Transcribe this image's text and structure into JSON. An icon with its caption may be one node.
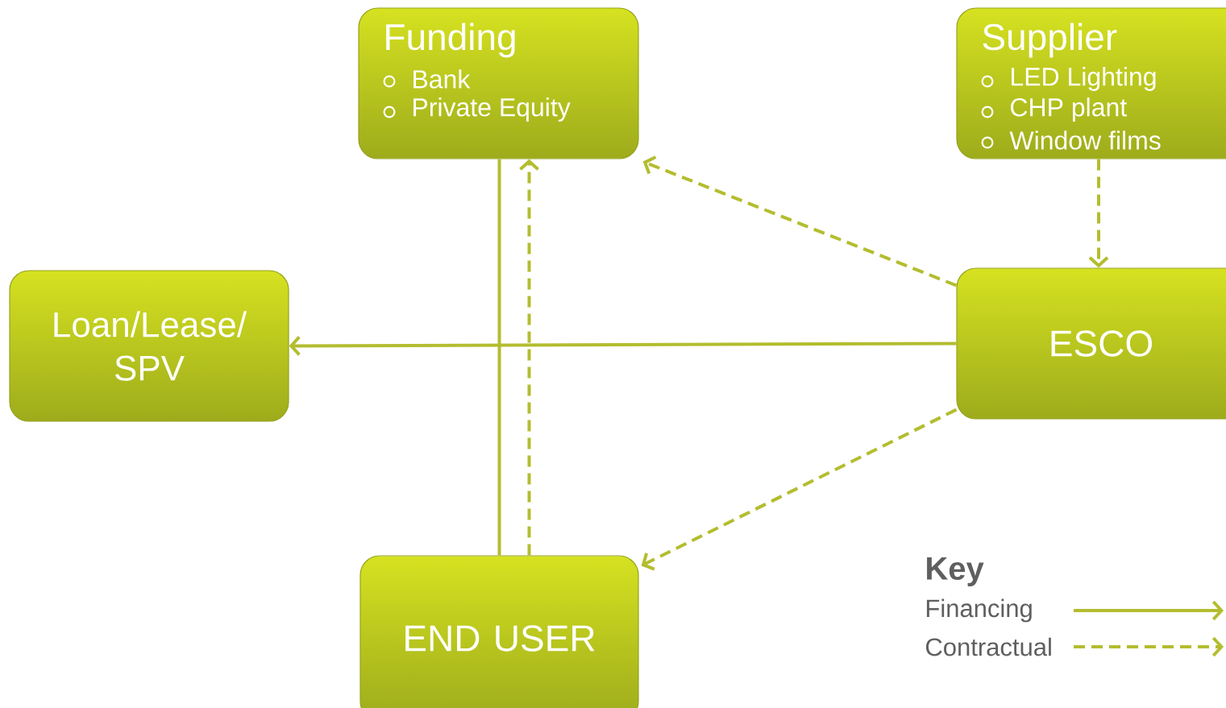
{
  "diagram": {
    "nodes": [
      {
        "text": [
          "Funding",
          "Bank",
          "Private Equity"
        ]
      },
      {
        "text": [
          "Supplier",
          "LED Lighting",
          "CHP plant",
          "Window films"
        ]
      },
      {
        "text": [
          "Loan/Lease/ SPV"
        ]
      },
      {
        "text": [
          "ESCO"
        ]
      },
      {
        "text": [
          "END USER"
        ]
      }
    ],
    "edges": [
      {
        "from": 3,
        "to": 2,
        "arrow": "to"
      },
      {
        "from": 3,
        "to": 0,
        "arrow": "to",
        "style": "dashed"
      },
      {
        "from": 1,
        "to": 3,
        "arrow": "to",
        "style": "dashed"
      },
      {
        "from": 3,
        "to": 4,
        "arrow": "to",
        "style": "dashed"
      },
      {
        "from": 4,
        "to": 0,
        "arrow": "none"
      },
      {
        "from": 4,
        "to": 0,
        "arrow": "to",
        "style": "dashed"
      }
    ],
    "labels": [
      "Key"
    ],
    "legend": [
      {
        "text": "Financing"
      },
      {
        "text": "Contractual"
      }
    ]
  }
}
